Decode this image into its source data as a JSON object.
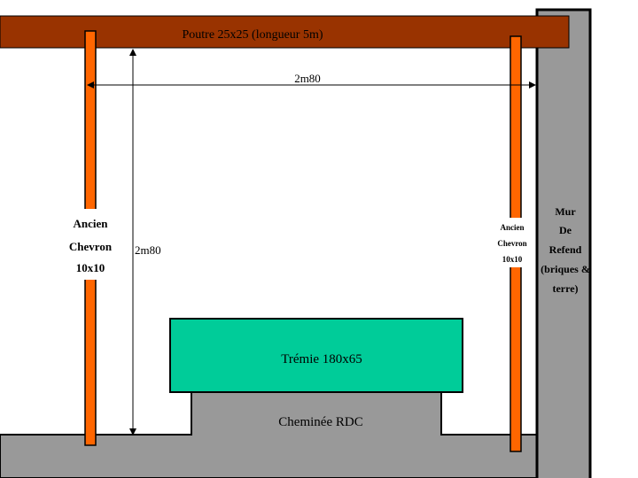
{
  "beam": {
    "label": "Poutre 25x25 (longueur 5m)",
    "color": "#993300"
  },
  "dimensions": {
    "horizontal": "2m80",
    "vertical": "2m80"
  },
  "left_rafter": {
    "lines": [
      "Ancien",
      "Chevron",
      "10x10"
    ],
    "color": "#FF6600"
  },
  "right_rafter": {
    "lines": [
      "Ancien",
      "Chevron",
      "10x10"
    ],
    "color": "#FF6600"
  },
  "wall": {
    "lines": [
      "Mur",
      "De",
      "Refend",
      "(briques &",
      "terre)"
    ],
    "color": "#999999"
  },
  "tremie": {
    "label": "Trémie 180x65",
    "color": "#00CC99"
  },
  "chimney": {
    "label": "Cheminée RDC",
    "color": "#999999"
  }
}
